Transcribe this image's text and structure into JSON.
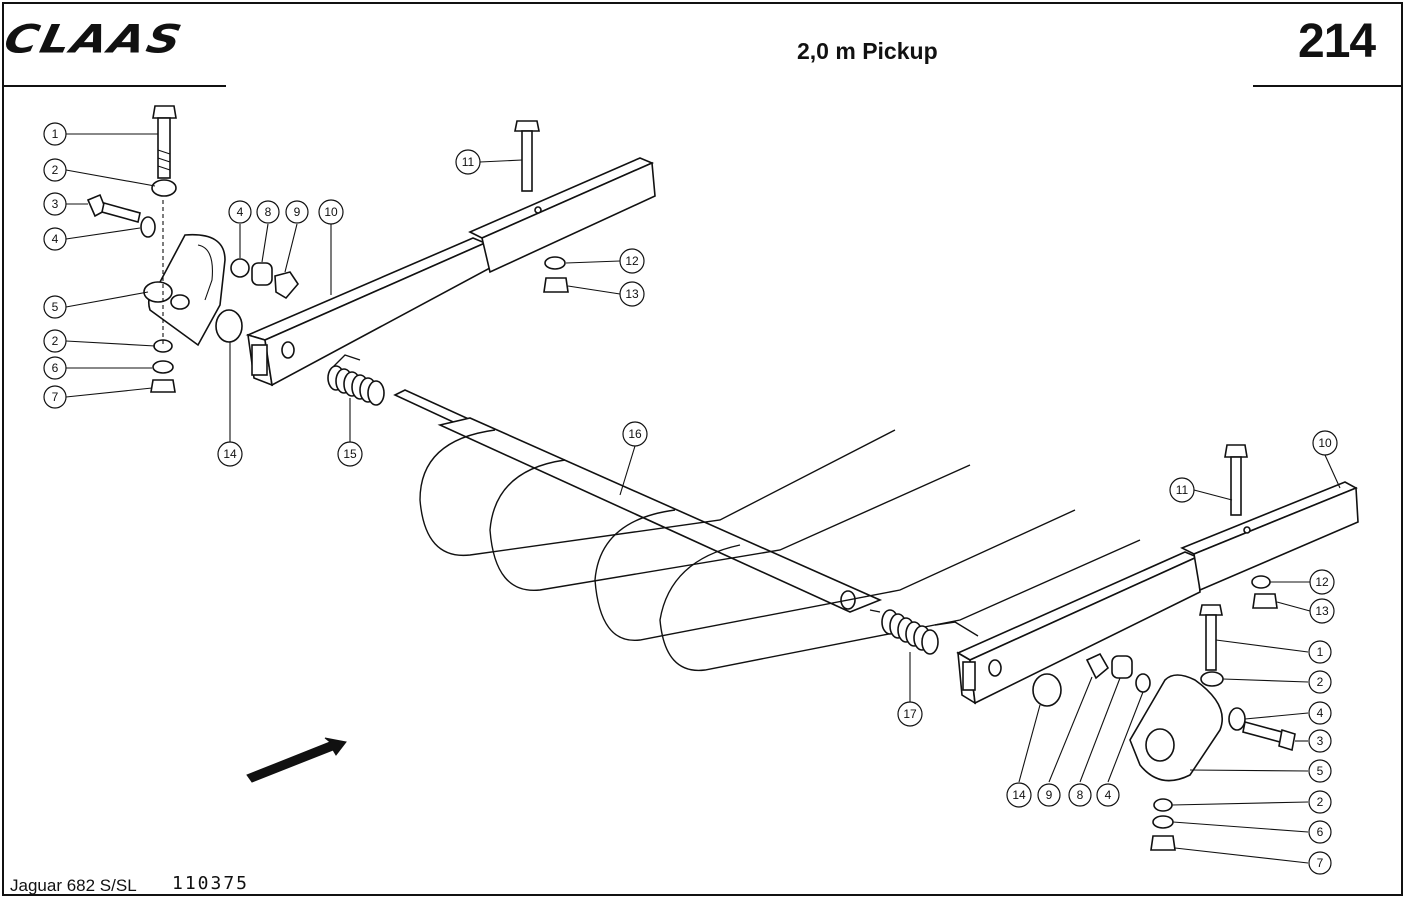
{
  "header": {
    "brand": "CLAAS",
    "title": "2,0 m Pickup",
    "page_number": "214"
  },
  "footer": {
    "model": "Jaguar 682 S/SL",
    "code": "110375"
  },
  "callouts": {
    "l1": "1",
    "l2a": "2",
    "l3": "3",
    "l4a": "4",
    "l5": "5",
    "l2b": "2",
    "l6": "6",
    "l7": "7",
    "l4b": "4",
    "l8": "8",
    "l9": "9",
    "l10": "10",
    "l11": "11",
    "l12": "12",
    "l13": "13",
    "l14": "14",
    "l15": "15",
    "l16": "16",
    "r10": "10",
    "r11": "11",
    "r12": "12",
    "r13": "13",
    "r1": "1",
    "r2a": "2",
    "r4a": "4",
    "r3": "3",
    "r5": "5",
    "r2b": "2",
    "r6": "6",
    "r7": "7",
    "r14": "14",
    "r9": "9",
    "r8": "8",
    "r4b": "4",
    "r17": "17"
  }
}
